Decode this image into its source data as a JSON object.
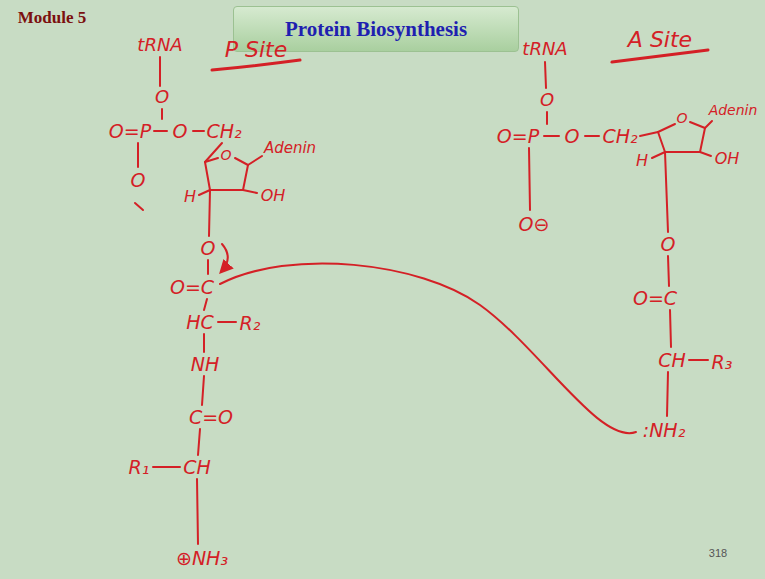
{
  "diagram": {
    "title": "Protein Biosynthesis",
    "labels": [
      "Module 5",
      "tRNA",
      "P Site",
      "O",
      "O=P",
      "O",
      "CH₂",
      "Adenin",
      "O",
      "OH",
      "H",
      "O",
      "O",
      "O=C",
      "HC",
      "R₂",
      "NH",
      "C=O",
      "R₁",
      "CH",
      "⊕NH₃",
      "tRNA",
      "A Site",
      "O",
      "O=P",
      "O",
      "CH₂",
      "Adenin",
      "O",
      "OH",
      "H",
      "O⊖",
      "O",
      "O=C",
      "CH",
      "R₃",
      ":NH₂",
      "318"
    ]
  }
}
